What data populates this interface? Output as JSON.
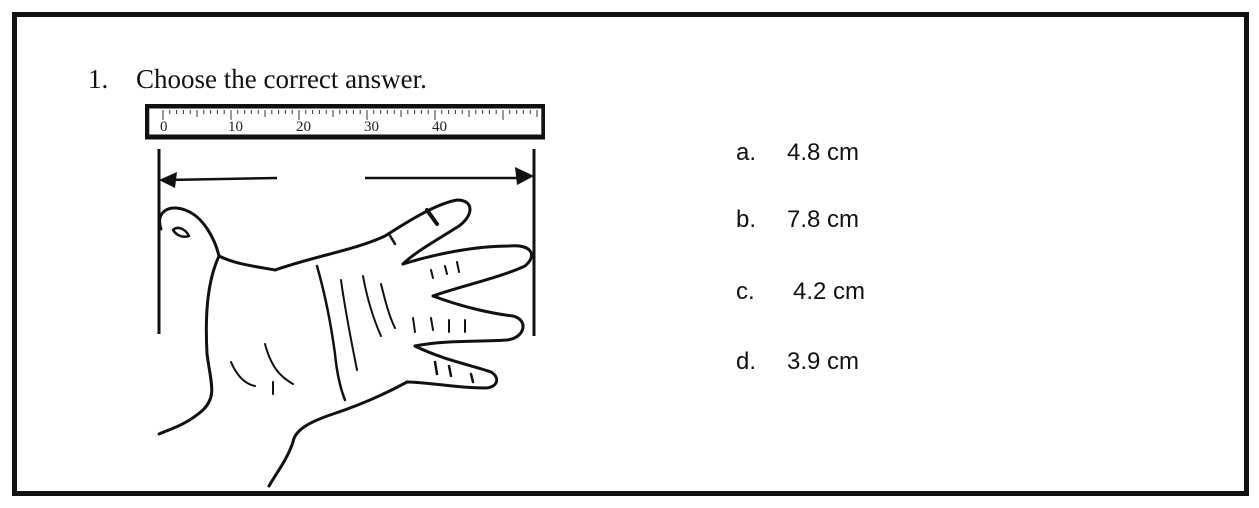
{
  "question": {
    "number": "1.",
    "prompt": "Choose the correct answer."
  },
  "figure": {
    "ruler_labels": [
      "0",
      "10",
      "20",
      "30",
      "40"
    ]
  },
  "options": [
    {
      "letter": "a.",
      "value": "4.8 cm"
    },
    {
      "letter": "b.",
      "value": "7.8 cm"
    },
    {
      "letter": "c.",
      "value": "4.2 cm"
    },
    {
      "letter": "d.",
      "value": "3.9 cm"
    }
  ]
}
